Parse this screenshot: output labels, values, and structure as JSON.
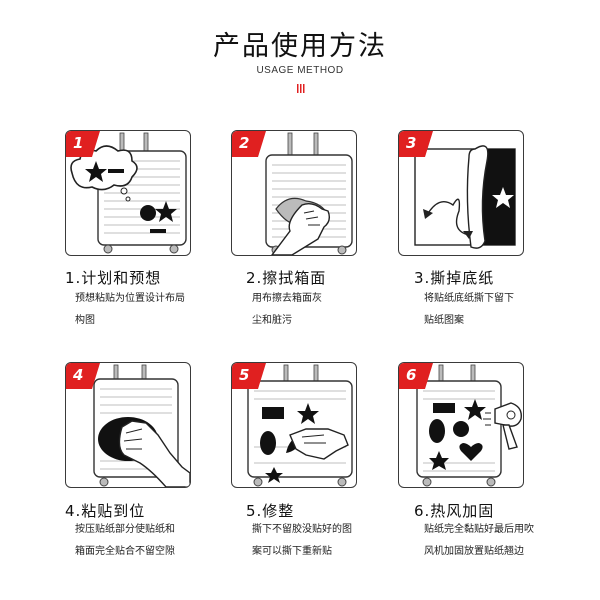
{
  "header": {
    "title": "产品使用方法",
    "subtitle": "USAGE METHOD"
  },
  "accent_color": "#e02020",
  "steps": [
    {
      "number": "1",
      "title": "1.计划和预想",
      "desc": "预想粘贴为位置设计布局构图",
      "icon": "thought-bubble-icon"
    },
    {
      "number": "2",
      "title": "2.擦拭箱面",
      "desc": "用布擦去箱面灰尘和脏污",
      "icon": "cloth-wipe-icon"
    },
    {
      "number": "3",
      "title": "3.撕掉底纸",
      "desc": "将贴纸底纸撕下留下贴纸图案",
      "icon": "peel-paper-icon"
    },
    {
      "number": "4",
      "title": "4.粘贴到位",
      "desc": "按压贴纸部分使贴纸和箱面完全贴合不留空隙",
      "icon": "press-hand-icon"
    },
    {
      "number": "5",
      "title": "5.修整",
      "desc": "撕下不留胶没贴好的图案可以撕下重新贴",
      "icon": "adjust-hand-icon"
    },
    {
      "number": "6",
      "title": "6.热风加固",
      "desc": "贴纸完全黏贴好最后用吹风机加固放置贴纸翘边",
      "icon": "hair-dryer-icon"
    }
  ]
}
